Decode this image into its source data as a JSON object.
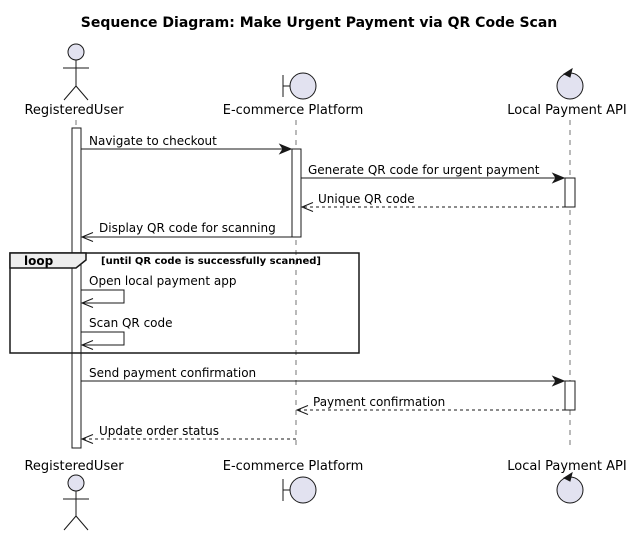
{
  "title": "Sequence Diagram: Make Urgent Payment via QR Code Scan",
  "participants": [
    {
      "id": "user",
      "label": "RegisteredUser",
      "kind": "actor"
    },
    {
      "id": "platform",
      "label": "E-commerce Platform",
      "kind": "boundary"
    },
    {
      "id": "api",
      "label": "Local Payment API",
      "kind": "control"
    }
  ],
  "messages": [
    {
      "text": "Navigate to checkout",
      "from": "user",
      "to": "platform",
      "style": "solid"
    },
    {
      "text": "Generate QR code for urgent payment",
      "from": "platform",
      "to": "api",
      "style": "solid"
    },
    {
      "text": "Unique QR code",
      "from": "api",
      "to": "platform",
      "style": "dashed"
    },
    {
      "text": "Display QR code for scanning",
      "from": "platform",
      "to": "user",
      "style": "solid"
    },
    {
      "text": "Open local payment app",
      "from": "user",
      "to": "user",
      "style": "self"
    },
    {
      "text": "Scan QR code",
      "from": "user",
      "to": "user",
      "style": "self"
    },
    {
      "text": "Send payment confirmation",
      "from": "user",
      "to": "api",
      "style": "solid"
    },
    {
      "text": "Payment confirmation",
      "from": "api",
      "to": "platform",
      "style": "dashed"
    },
    {
      "text": "Update order status",
      "from": "platform",
      "to": "user",
      "style": "dashed"
    }
  ],
  "loop": {
    "keyword": "loop",
    "condition": "[until QR code is successfully scanned]"
  }
}
